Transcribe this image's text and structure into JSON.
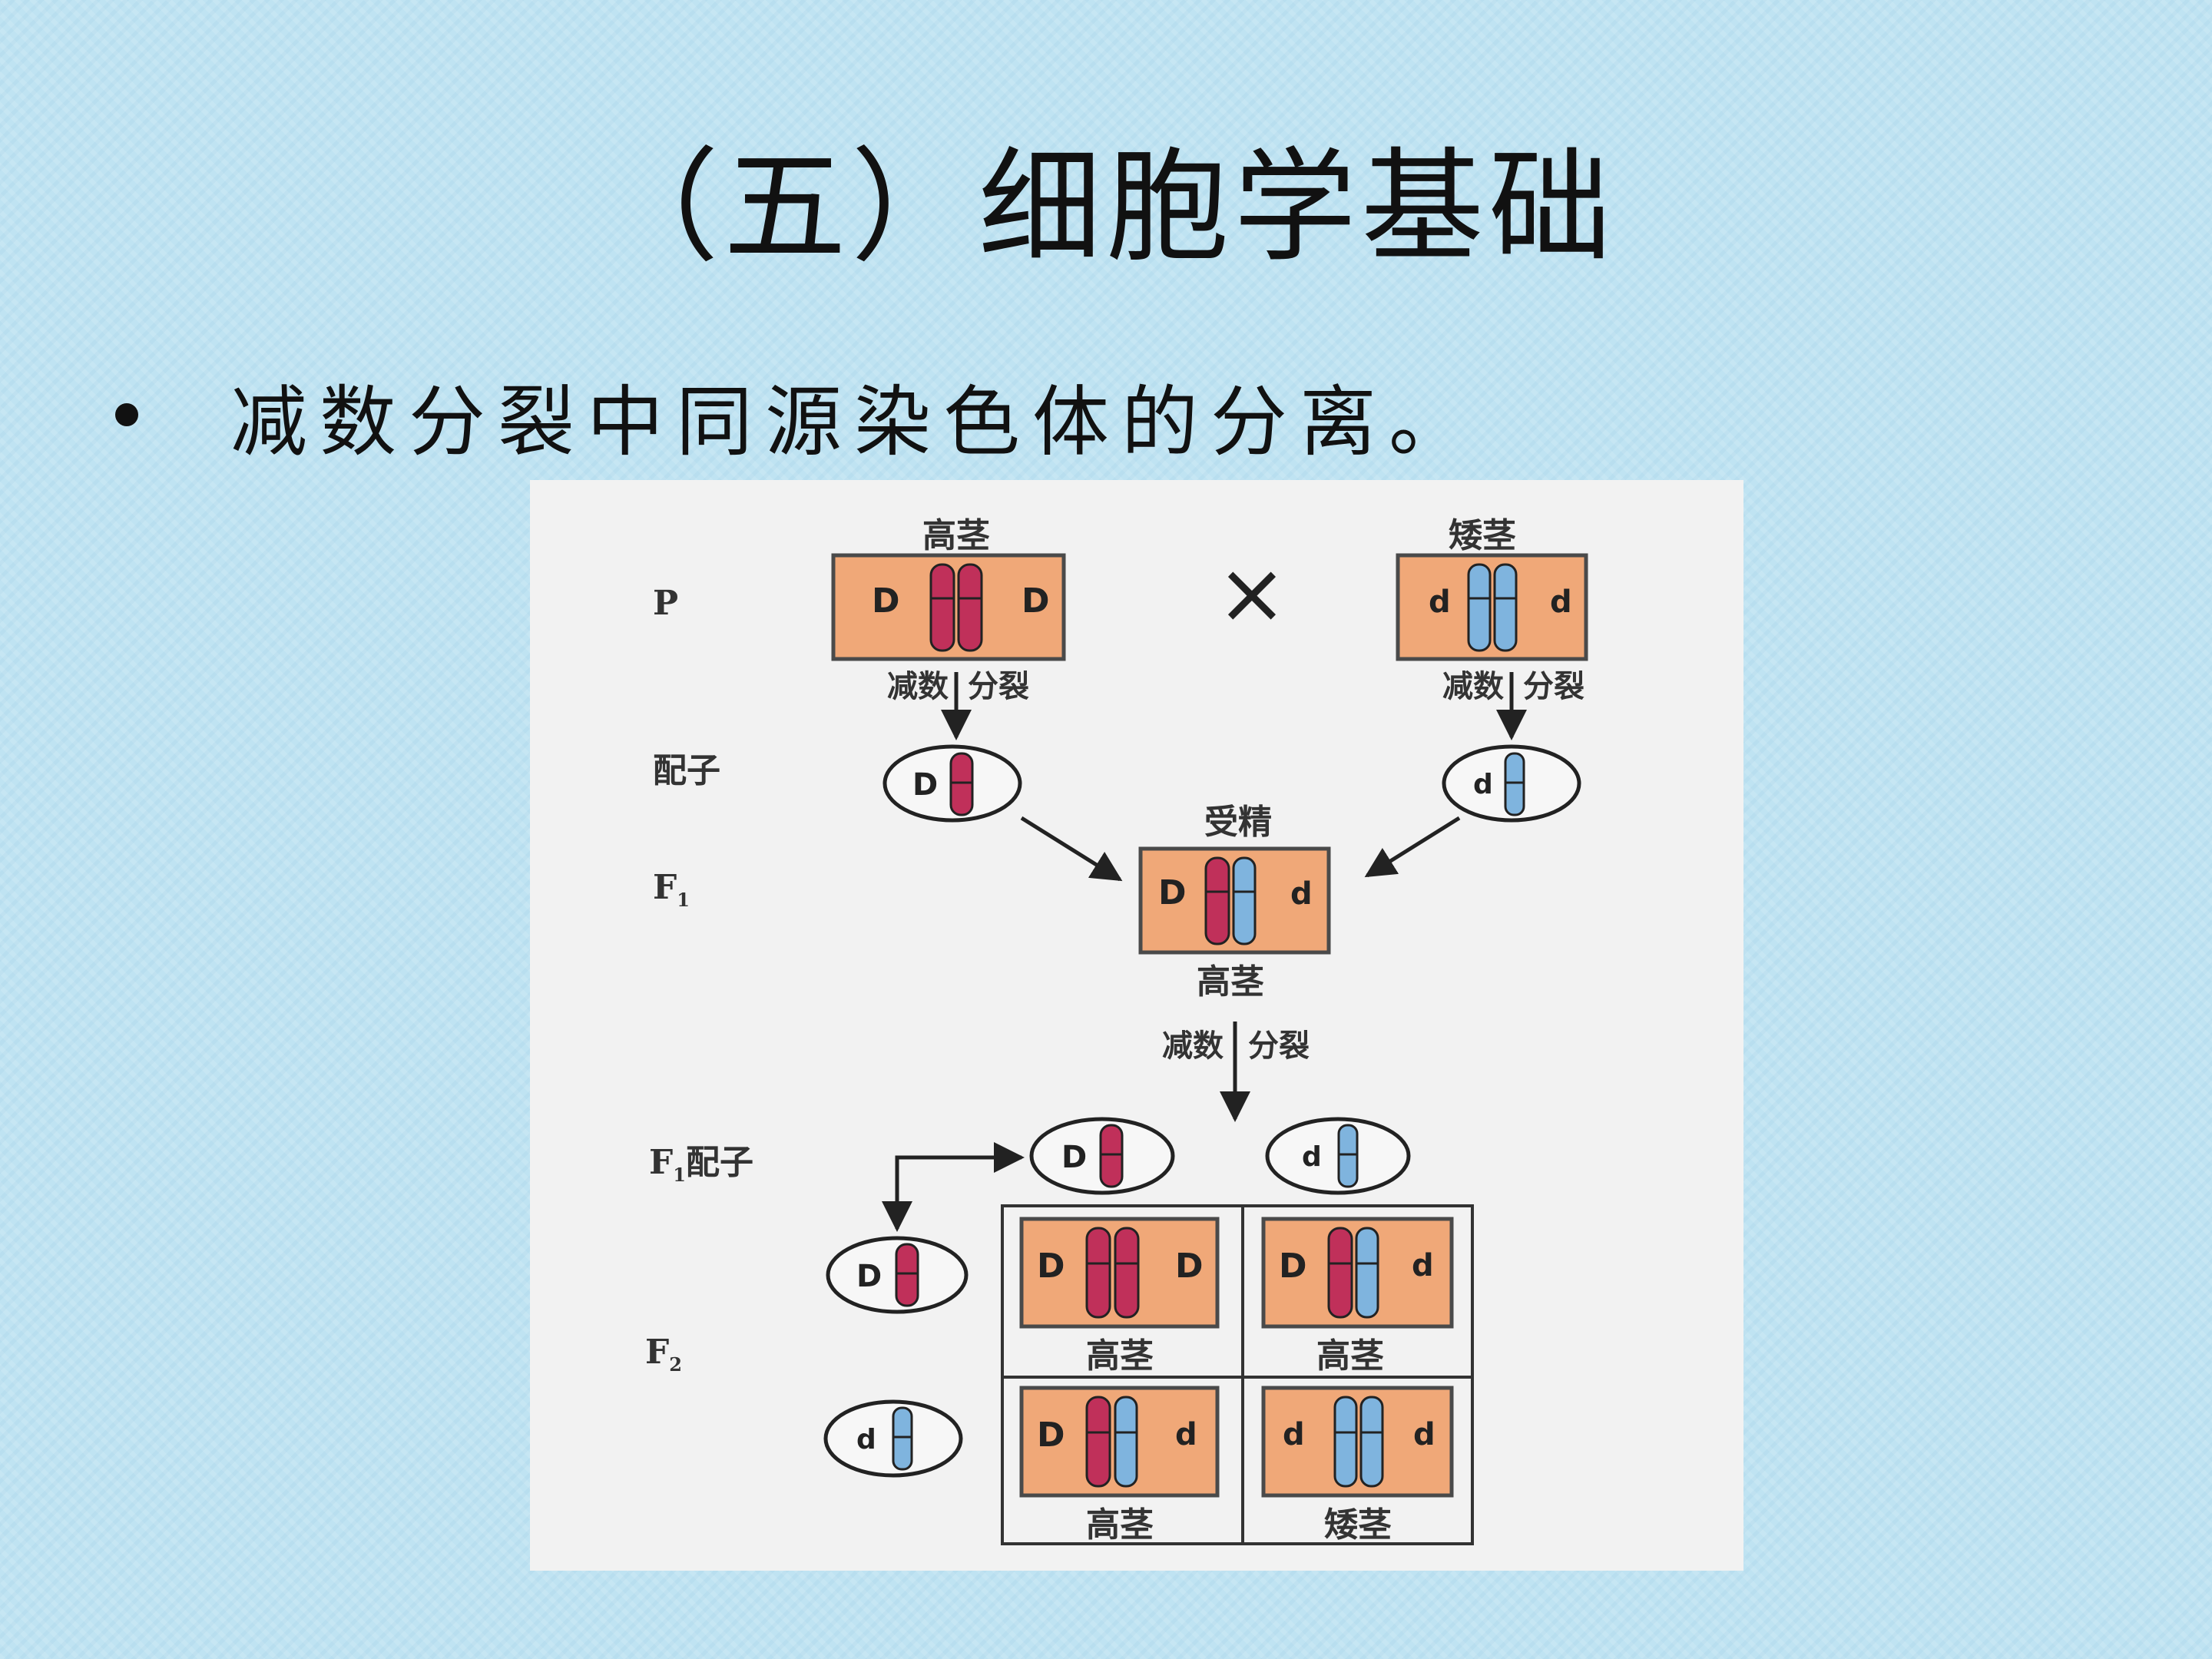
{
  "slide": {
    "title": "（五）细胞学基础",
    "bullet": "减数分裂中同源染色体的分离。"
  },
  "diagram": {
    "generations": {
      "p": "P",
      "gamete": "配子",
      "f1": "F",
      "f1_sub": "1",
      "f1_gamete": "配子",
      "f2": "F",
      "f2_sub": "2"
    },
    "parents": {
      "tall": "高茎",
      "dwarf": "矮茎",
      "cross": "×"
    },
    "process": {
      "meiosis_a": "减数",
      "meiosis_b": "分裂",
      "fertilization": "受精"
    },
    "f1_phenotype": "高茎",
    "alleles": {
      "dominant": "D",
      "recessive": "d"
    },
    "f2_phenotypes": [
      "高茎",
      "高茎",
      "高茎",
      "矮茎"
    ],
    "colors": {
      "dominant_chromosome": "#c0305a",
      "recessive_chromosome": "#7fb4de",
      "cell_fill": "#f0a878",
      "cell_border": "#4a4a4a",
      "background": "#bfe3f2"
    }
  }
}
